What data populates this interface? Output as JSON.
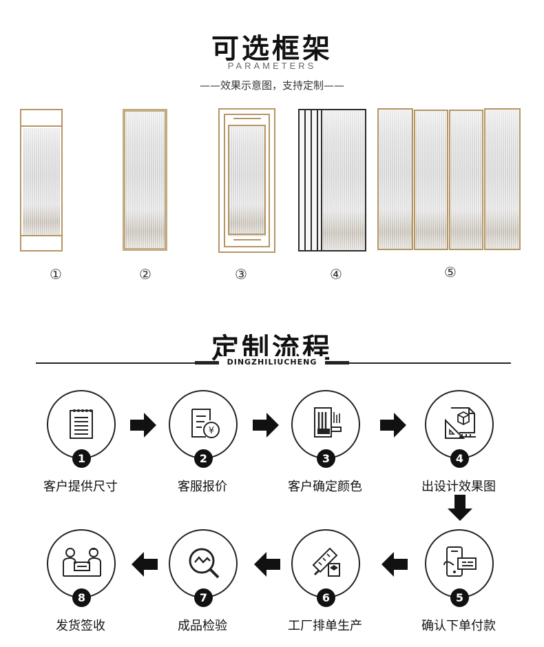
{
  "section1": {
    "title": "可选框架",
    "subtitle": "PARAMETERS",
    "note": "——效果示意图，支持定制——",
    "numbers": [
      "①",
      "②",
      "③",
      "④",
      "⑤"
    ]
  },
  "section2": {
    "title": "定制流程",
    "subtitle": "DINGZHILIUCHENG",
    "steps": [
      {
        "num": "1",
        "label": "客户提供尺寸",
        "icon": "notepad-icon"
      },
      {
        "num": "2",
        "label": "客服报价",
        "icon": "quote-document-icon"
      },
      {
        "num": "3",
        "label": "客户确定颜色",
        "icon": "paint-swatch-icon"
      },
      {
        "num": "4",
        "label": "出设计效果图",
        "icon": "design-drawing-icon"
      },
      {
        "num": "5",
        "label": "确认下单付款",
        "icon": "mobile-payment-icon"
      },
      {
        "num": "6",
        "label": "工厂排单生产",
        "icon": "factory-tools-icon"
      },
      {
        "num": "7",
        "label": "成品检验",
        "icon": "inspection-magnifier-icon"
      },
      {
        "num": "8",
        "label": "发货签收",
        "icon": "delivery-handover-icon"
      }
    ]
  },
  "colors": {
    "frame_gold": "#b49563",
    "frame_black": "#2b2b2b",
    "text": "#111111"
  }
}
